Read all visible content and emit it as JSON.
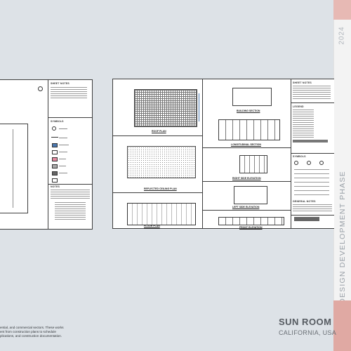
{
  "year": "2024",
  "phase_label": "DESIGN DEVELOPMENT PHASE",
  "project": {
    "title": "SUN ROOM",
    "location": "CALIFORNIA, USA"
  },
  "description_lines": [
    "ential, and commercial sectors. These works",
    "ent from construction plans to schedule",
    "plications, and construction documentation."
  ],
  "sheets": {
    "left": {
      "sheet_notes": "SHEET NOTES",
      "symbols": "SYMBOLS",
      "notes": "NOTES"
    },
    "main": {
      "roof_plan": "ROOF PLAN",
      "reflected_ceiling_plan": "REFLECTED CEILING PLAN",
      "floor_plan": "FLOOR PLAN",
      "building_section": "BUILDING SECTION",
      "longitudinal_section": "LONGITUDINAL SECTION",
      "right_side_elevation": "RIGHT SIDE ELEVATION",
      "left_side_elevation": "LEFT SIDE ELEVATION",
      "front_elevation": "FRONT ELEVATION",
      "sheet_notes": "SHEET NOTES",
      "legend": "LEGEND",
      "symbols": "SYMBOLS",
      "general_notes": "GENERAL NOTES"
    }
  },
  "colors": {
    "accent": "#e0a9a3",
    "background": "#dde2e7",
    "swatch_pink": "#e48aa0"
  }
}
